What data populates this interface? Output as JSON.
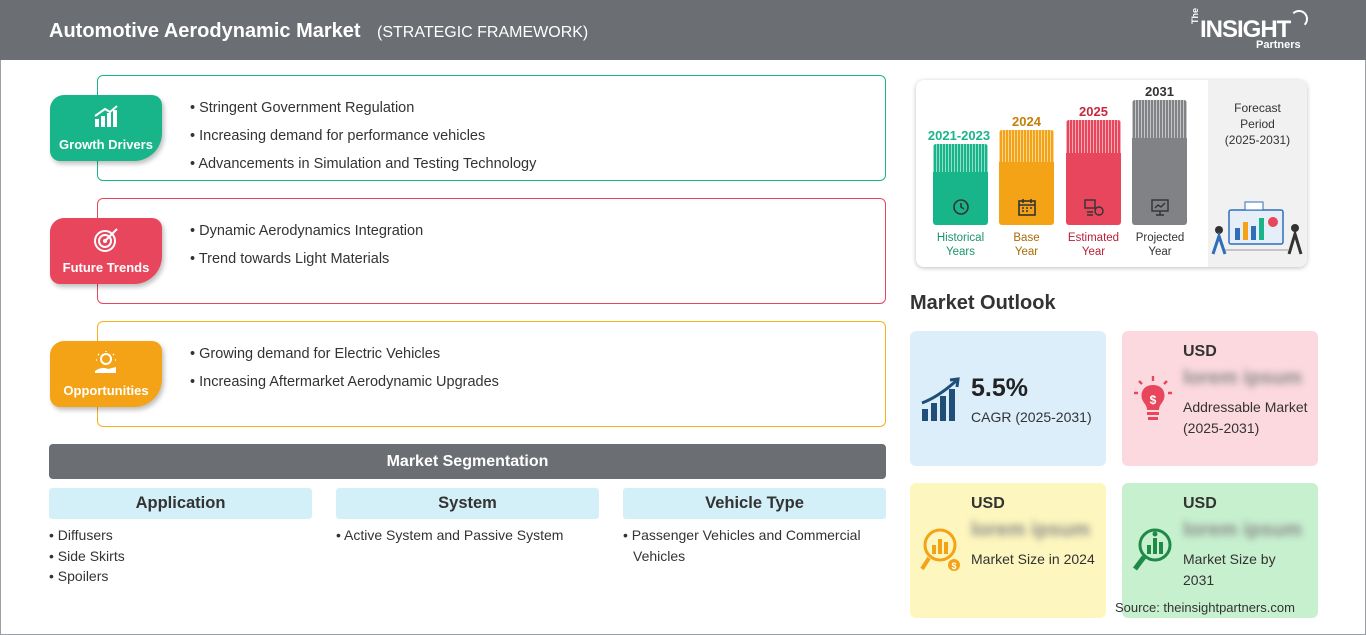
{
  "header": {
    "title": "Automotive Aerodynamic Market",
    "subtitle": "(STRATEGIC FRAMEWORK)",
    "logo": {
      "the": "The",
      "insight": "INSIGHT",
      "partners": "Partners"
    }
  },
  "cards": [
    {
      "label": "Growth Drivers",
      "icon": "growth-chart-icon",
      "color": "#19b58a",
      "items": [
        "Stringent Government Regulation",
        "Increasing demand for performance vehicles",
        "Advancements in Simulation and Testing Technology"
      ]
    },
    {
      "label": "Future Trends",
      "icon": "target-icon",
      "color": "#e8465c",
      "items": [
        "Dynamic Aerodynamics Integration",
        "Trend towards Light Materials"
      ]
    },
    {
      "label": "Opportunities",
      "icon": "lightbulb-hand-icon",
      "color": "#f5a316",
      "items": [
        "Growing demand for Electric Vehicles",
        "Increasing Aftermarket Aerodynamic Upgrades"
      ]
    }
  ],
  "segmentation": {
    "title": "Market Segmentation",
    "columns": [
      {
        "header": "Application",
        "items": [
          "Diffusers",
          "Side Skirts",
          "Spoilers"
        ]
      },
      {
        "header": "System",
        "items": [
          "Active System and Passive System"
        ]
      },
      {
        "header": "Vehicle Type",
        "items": [
          "Passenger Vehicles and Commercial Vehicles"
        ]
      }
    ]
  },
  "timeline": {
    "bars": [
      {
        "year": "2021-2023",
        "label_line1": "Historical",
        "label_line2": "Years",
        "color": "#19b58a",
        "icon": "history-icon"
      },
      {
        "year": "2024",
        "label_line1": "Base",
        "label_line2": "Year",
        "color": "#f5a316",
        "icon": "calendar-icon"
      },
      {
        "year": "2025",
        "label_line1": "Estimated",
        "label_line2": "Year",
        "color": "#e8465c",
        "icon": "estimate-icon"
      },
      {
        "year": "2031",
        "label_line1": "Projected",
        "label_line2": "Year",
        "color": "#808285",
        "icon": "presentation-icon"
      }
    ],
    "forecast": {
      "line1": "Forecast",
      "line2": "Period",
      "line3": "(2025-2031)"
    }
  },
  "outlook": {
    "title": "Market Outlook",
    "cagr": {
      "value": "5.5%",
      "label": "CAGR (2025-2031)",
      "bg": "#dbeefa",
      "icon": "growth-bars-icon"
    },
    "addressable": {
      "currency": "USD",
      "value": "lorem ipsum",
      "label": "Addressable Market (2025-2031)",
      "bg": "#fbd9df",
      "icon": "bulb-dollar-icon"
    },
    "size2024": {
      "currency": "USD",
      "value": "lorem ipsum",
      "label": "Market Size in 2024",
      "bg": "#fdf6be",
      "icon": "chart-dollar-icon"
    },
    "size2031": {
      "currency": "USD",
      "value": "lorem ipsum",
      "label": "Market Size by 2031",
      "bg": "#c7f0cf",
      "icon": "magnifier-chart-icon"
    }
  },
  "source": "Source: theinsightpartners.com"
}
